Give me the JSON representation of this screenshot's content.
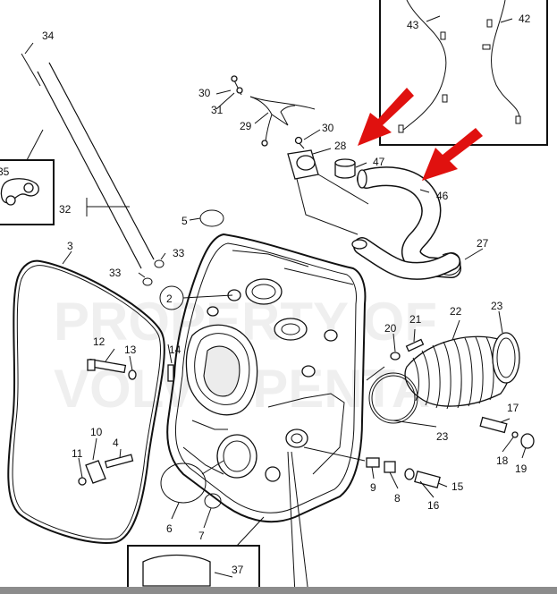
{
  "watermark": {
    "line1": "PROPERTY OF",
    "line2": "VOLVO PENTA"
  },
  "colors": {
    "arrow": "#e0110f",
    "outline": "#111111",
    "bottom_bar": "#8c8c8c"
  },
  "callouts": {
    "c2": "2",
    "c3": "3",
    "c4": "4",
    "c5": "5",
    "c6": "6",
    "c7": "7",
    "c8": "8",
    "c9": "9",
    "c10": "10",
    "c11": "11",
    "c12": "12",
    "c13": "13",
    "c14": "14",
    "c15": "15",
    "c16": "16",
    "c17": "17",
    "c18": "18",
    "c19": "19",
    "c20": "20",
    "c21": "21",
    "c22": "22",
    "c23a": "23",
    "c23b": "23",
    "c27": "27",
    "c28": "28",
    "c29": "29",
    "c30a": "30",
    "c30b": "30",
    "c31": "31",
    "c32": "32",
    "c33a": "33",
    "c33b": "33",
    "c34": "34",
    "c35": "35",
    "c37": "37",
    "c42": "42",
    "c43": "43",
    "c46": "46",
    "c47": "47"
  }
}
